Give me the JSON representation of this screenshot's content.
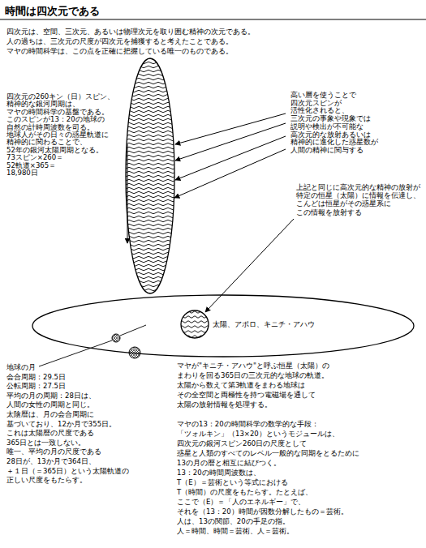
{
  "diagram": {
    "title": "時間は四次元である",
    "nodes": [
      {
        "text": [
          "太陽、アポロ、キニチ・アハウ"
        ]
      }
    ],
    "labels": [
      "四次元は、空間、三次元、あるいは物理次元を取り囲む精神の次元である。",
      "人の過ちは、三次元の尺度が四次元を捕獲すると考えたことである。",
      "マヤの時間科学は、この点を正確に把握している唯一のものである。",
      "四次元の260キン（日）スピン、",
      "精神的な銀河周期は、",
      "マヤの時間科学の基盤である。",
      "このスピンが13：20の地球の",
      "自然の計時周波数を司る。",
      "地球人がその日々の惑星軌道に",
      "精神的に関わることで、",
      "52年の銀河太陽周期となる。",
      "73スピン×260＝",
      "52軌道×365＝",
      "18,980日",
      "高い層を使うことで",
      "四次元スピンが",
      "活性化されると、",
      "三次元の事象や現象では",
      "説明や検出が不可能な",
      "高次元的な放射あるいは",
      "精神的に進化した惑星数が",
      "人間の精神に関与する",
      "上記と同じに高次元的な精神の放射が",
      "特定の恒星（太陽）に情報を伝達し、",
      "こんどは恒星がその惑星系に",
      "この情報を放射する",
      "地球の月",
      "会合周期：29.5日",
      "公転周期：27.5日",
      "平均の月の周期：28日は、",
      "人間の女性の周期と同じ。",
      "太陰暦は、月の会合周期に",
      "基づいており、12か月で355日。",
      "これは太陽暦の尺度である",
      "365日とは一致しない。",
      "唯一、平均の月の尺度である",
      "28日が、13か月で364日、",
      "＋１日（＝365日）という太陽軌道の",
      "正しい尺度をもたらす。",
      "マヤが\"キニチ・アハウ\"と呼ぶ恒星（太陽）の",
      "まわりを回る365日の三次元的な地球の軌道。",
      "太陽から数えて第3軌道をまわる地球は",
      "その全空間と両極性を持つ電磁場を通して",
      "太陽の放射情報を処理する。",
      "マヤの13：20の時間科学の数学的な手段：",
      "「ツォルキン」（13×20）というモジュールは、",
      "四次元の銀河スピン260日の尺度として",
      "惑星と人類のすべてのレベル一般的な同期をとるために",
      "13の月の暦と相互に結びつく。",
      "13：20の時間周波数は、",
      "T（E）＝芸術という等式における",
      "T（時間）の尺度をもたらす。たとえば、",
      "ここで（E）＝「人のエネルギー」で、",
      "それを（13：20）時間が因数分解したもの＝芸術。",
      "人は、13の関節、20の手足の指。",
      "人＝時間、時間＝芸術、人＝芸術。"
    ]
  }
}
